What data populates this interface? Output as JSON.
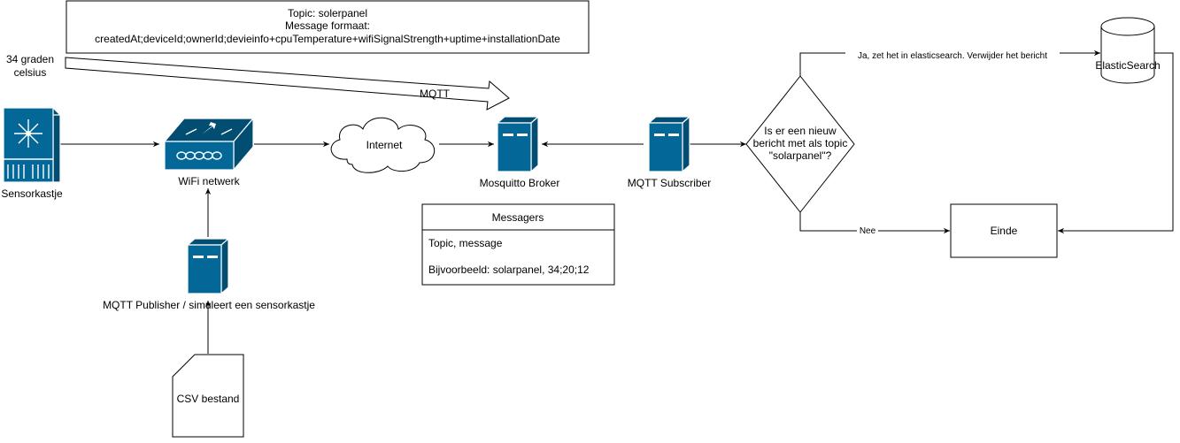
{
  "topic_note": {
    "line1": "Topic: solerpanel",
    "line2": "Message formaat:",
    "line3": "createdAt;deviceId;ownerId;devieinfo+cpuTemperature+wifiSignalStrength+uptime+installationDate"
  },
  "temperature_note": {
    "line1": "34 graden",
    "line2": "celsius"
  },
  "mqtt_arrow_label": "MQTT",
  "nodes": {
    "sensorkastje": "Sensorkastje",
    "wifi": "WiFi netwerk",
    "internet": "Internet",
    "broker": "Mosquitto Broker",
    "subscriber": "MQTT Subscriber",
    "publisher": "MQTT Publisher / simuleert een sensorkastje",
    "csv": "CSV bestand",
    "elasticsearch": "ElasticSearch",
    "einde": "Einde"
  },
  "decision": {
    "line1": "Is er een nieuw",
    "line2": "bericht met als topic",
    "line3": "\"solarpanel\"?"
  },
  "edges": {
    "yes": "Ja, zet het in elasticsearch. Verwijder het bericht",
    "no": "Nee"
  },
  "messagers_table": {
    "title": "Messagers",
    "row1": "Topic, message",
    "row2": "Bijvoorbeeld: solarpanel, 34;20;12"
  },
  "colors": {
    "cisco_blue": "#036897",
    "line": "#000000"
  },
  "icons": [
    "cisco-switch-icon",
    "wireless-router-icon",
    "cloud-icon",
    "server-icon",
    "database-icon",
    "document-icon"
  ]
}
